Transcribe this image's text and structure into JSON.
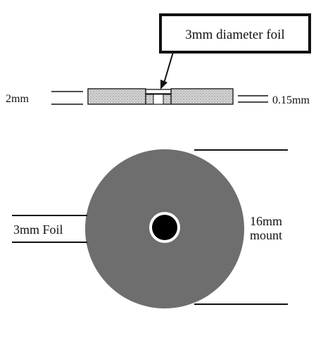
{
  "callout": {
    "text": "3mm diameter foil"
  },
  "side_view": {
    "left_label": "2mm",
    "right_label": "0.15mm"
  },
  "top_view": {
    "left_label": "3mm Foil",
    "right_label_line1": "16mm",
    "right_label_line2": "mount"
  },
  "colors": {
    "mount_fill": "#6e6e6e",
    "foil_fill": "#000000",
    "hatch_fill": "#d4d4d4",
    "line": "#111111"
  }
}
